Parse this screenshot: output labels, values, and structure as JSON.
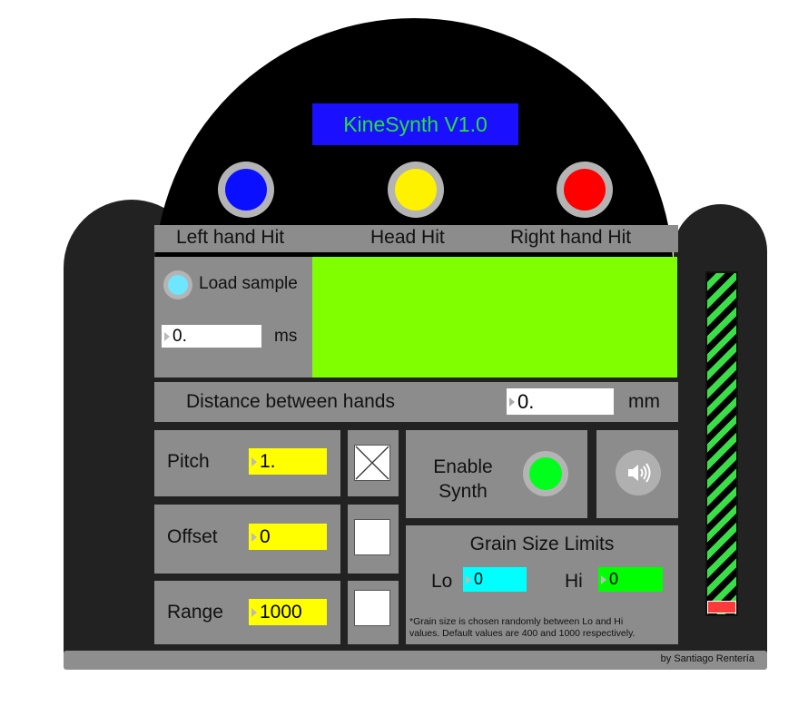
{
  "title": "KineSynth V1.0",
  "leds": [
    {
      "name": "left-hand-led",
      "color": "#0a10ff"
    },
    {
      "name": "head-led",
      "color": "#fff200"
    },
    {
      "name": "right-hand-led",
      "color": "#ff0000"
    }
  ],
  "hits": {
    "left": "Left hand Hit",
    "head": "Head Hit",
    "right": "Right hand Hit"
  },
  "sample": {
    "load_label": "Load sample",
    "ms_value": "0.",
    "ms_unit": "ms"
  },
  "distance": {
    "label": "Distance between hands",
    "value": "0.",
    "unit": "mm"
  },
  "controls": {
    "pitch_label": "Pitch",
    "pitch_value": "1.",
    "offset_label": "Offset",
    "offset_value": "0",
    "range_label": "Range",
    "range_value": "1000"
  },
  "synth": {
    "enable_line1": "Enable",
    "enable_line2": "Synth",
    "enabled_color": "#00ff1a",
    "speaker_icon": "speaker-icon"
  },
  "grain": {
    "title": "Grain Size Limits",
    "lo_label": "Lo",
    "lo_value": "0",
    "hi_label": "Hi",
    "hi_value": "0",
    "note_line1": "*Grain size is chosen randomly between Lo and Hi",
    "note_line2": "values. Default values are 400 and 1000 respectively."
  },
  "footer": "by Santiago Rentería",
  "colors": {
    "waveform_bg": "#7fff00",
    "yellow_field": "#ffff00",
    "cyan_field": "#00ffff",
    "green_field": "#00ff00"
  }
}
